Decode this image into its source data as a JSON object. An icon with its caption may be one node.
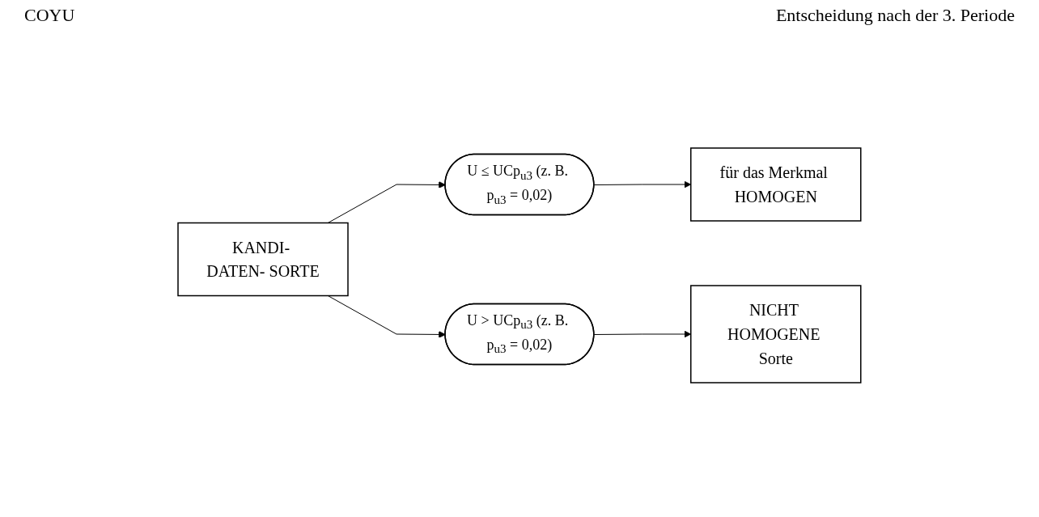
{
  "diagram": {
    "nodes": [
      {
        "text": [
          "KANDI- DATEN- SORTE"
        ]
      },
      {
        "text": [
          "U ≤ UCp$_{u3}$ (z. B. p$_{u3}$ = 0,02)"
        ]
      },
      {
        "text": [
          "für das Merkmal HOMOGEN"
        ]
      },
      {
        "text": [
          "U > UCp$_{u3}$ (z. B. p$_{u3}$ = 0,02)"
        ]
      },
      {
        "text": [
          "NICHT HOMOGENE Sorte"
        ]
      }
    ],
    "edges": [
      {
        "from": 0,
        "to": 1,
        "arrow": "to"
      },
      {
        "from": 0,
        "to": 3,
        "arrow": "to"
      },
      {
        "from": 1,
        "to": 2,
        "arrow": "to"
      },
      {
        "from": 3,
        "to": 4,
        "arrow": "to"
      }
    ],
    "labels": [
      "COYU",
      "Entscheidung nach der 3. Periode"
    ]
  }
}
